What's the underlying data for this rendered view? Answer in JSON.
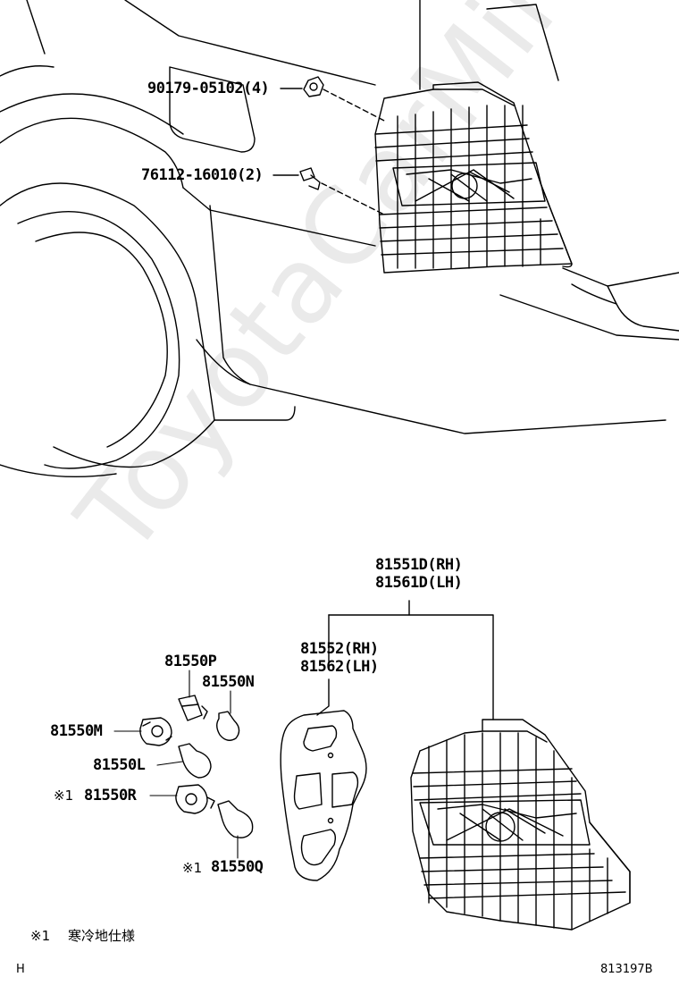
{
  "watermark": "ToyotaCarMirror.ru",
  "labels": {
    "bolt": "90179-05102(4)",
    "clip": "76112-16010(2)",
    "lamp_assy_rh": "81551D(RH)",
    "lamp_assy_lh": "81561D(LH)",
    "gasket_rh": "81552(RH)",
    "gasket_lh": "81562(LH)",
    "socket_p": "81550P",
    "bulb_n": "81550N",
    "socket_m": "81550M",
    "bulb_l": "81550L",
    "socket_r": "81550R",
    "bulb_q": "81550Q",
    "mark1": "※1",
    "mark2": "※1"
  },
  "footnote": {
    "mark": "※1",
    "text": "寒冷地仕様"
  },
  "page_letter": "H",
  "figure_id": "813197B"
}
